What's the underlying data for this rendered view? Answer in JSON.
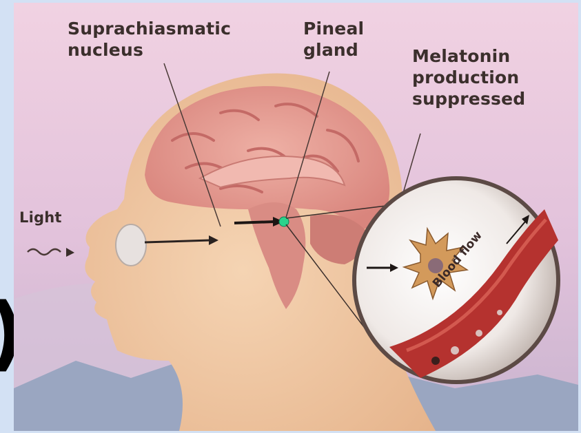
{
  "slide": {
    "partial_glyph": ")"
  },
  "diagram": {
    "labels": {
      "suprachiasmatic": "Suprachiasmatic\nnucleus",
      "pineal": "Pineal\ngland",
      "melatonin": "Melatonin\nproduction\nsuppressed",
      "light": "Light",
      "blood_flow": "Blood flow"
    },
    "colors": {
      "brain": "#e29a92",
      "skin": "#efc7a2",
      "sky": "#e8c8dc",
      "pineal_dot": "#2bd38c",
      "vessel": "#b5322f"
    }
  }
}
